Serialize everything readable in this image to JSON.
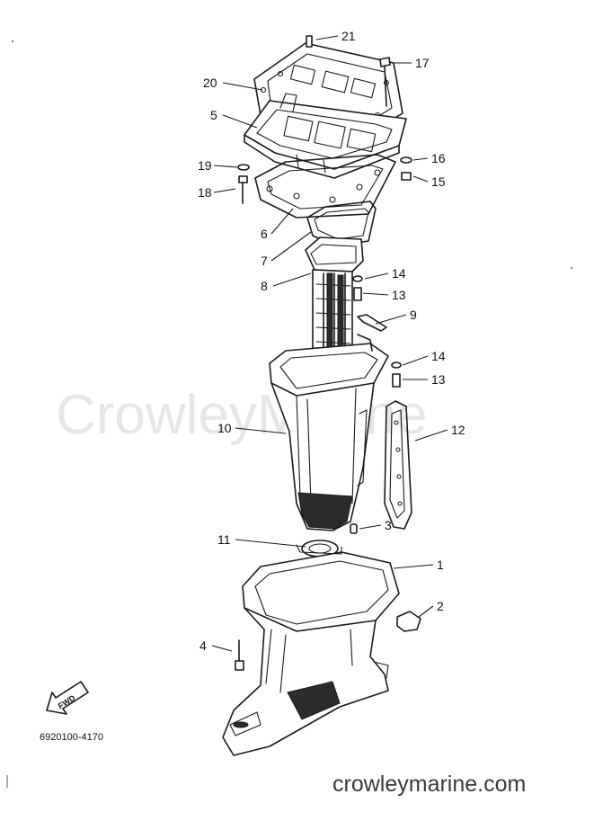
{
  "watermark": "CrowleyMarine",
  "footer_text": "crowleymarine.com",
  "diagram_code": "6920100-4170",
  "fwd_label": "FWD",
  "callouts": [
    "21",
    "20",
    "17",
    "5",
    "16",
    "19",
    "15",
    "18",
    "6",
    "7",
    "14",
    "8",
    "13",
    "9",
    "14",
    "13",
    "10",
    "12",
    "3",
    "11",
    "1",
    "2",
    "4"
  ]
}
